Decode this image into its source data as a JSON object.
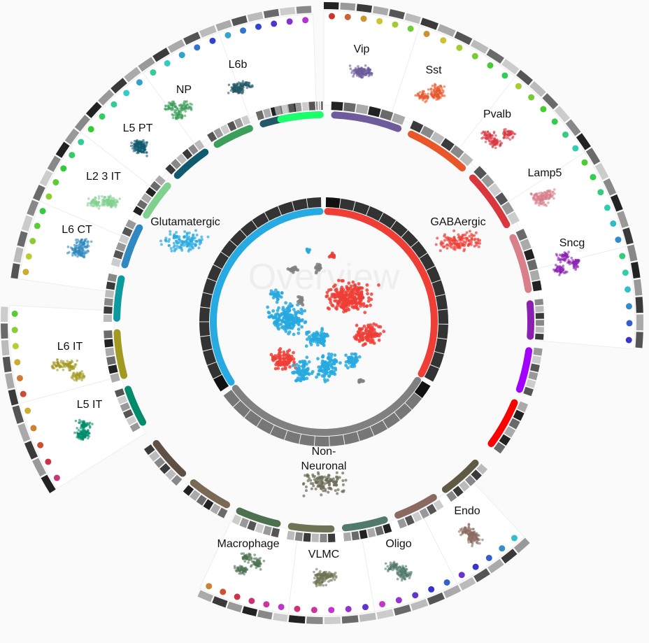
{
  "watermark": "Overview",
  "classes": [
    {
      "name": "GABAergic",
      "color": "#ee3e36"
    },
    {
      "name": "Non-\nNeuronal",
      "color": "#808080"
    },
    {
      "name": "Glutamatergic",
      "color": "#27a9e1"
    }
  ],
  "subclasses": [
    {
      "name": "Vip",
      "color": "#6d5b9b"
    },
    {
      "name": "Sst",
      "color": "#e8562a"
    },
    {
      "name": "Pvalb",
      "color": "#d9363e"
    },
    {
      "name": "Lamp5",
      "color": "#d97f8a"
    },
    {
      "name": "Sncg",
      "color": "#8a1fb0"
    },
    {
      "name": "Endo",
      "color": "#8a6a60"
    },
    {
      "name": "Oligo",
      "color": "#527a6c"
    },
    {
      "name": "VLMC",
      "color": "#6e7355"
    },
    {
      "name": "Macrophage",
      "color": "#4d7050"
    },
    {
      "name": "L5 IT",
      "color": "#008c6a"
    },
    {
      "name": "L6 IT",
      "color": "#a29a20"
    },
    {
      "name": "L6 CT",
      "color": "#2f88c0"
    },
    {
      "name": "L2 3 IT",
      "color": "#80d090"
    },
    {
      "name": "L5 PT",
      "color": "#105a70"
    },
    {
      "name": "NP",
      "color": "#3d9e5a"
    },
    {
      "name": "L6b",
      "color": "#245868"
    }
  ]
}
